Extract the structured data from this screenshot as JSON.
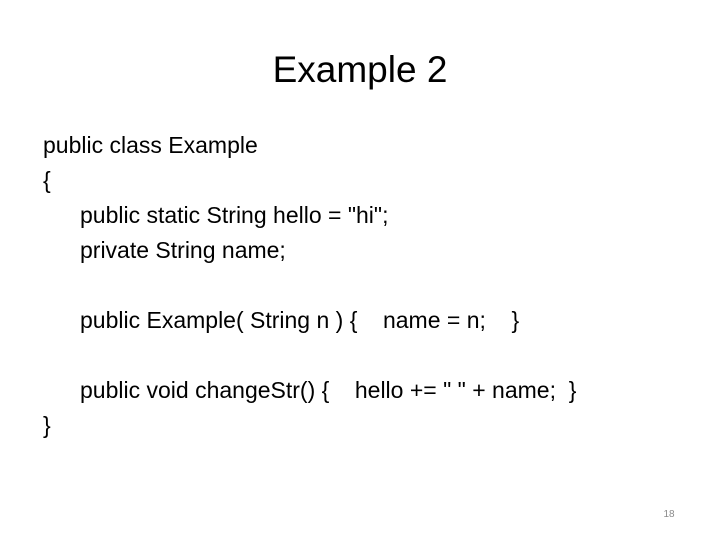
{
  "slide": {
    "title": "Example 2",
    "code_lines": [
      "public class Example",
      "{",
      "public static String hello = \"hi\";",
      "private String name;",
      "",
      "public Example( String n ) {    name = n;    }",
      "",
      "public void changeStr() {    hello += \" \" + name;  }",
      "}"
    ],
    "page_number": "18"
  }
}
